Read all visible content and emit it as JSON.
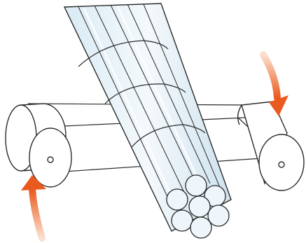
{
  "diagram": {
    "kind": "illustration",
    "components": {
      "left_roller": {
        "icon": "roller-cylinder"
      },
      "right_roller": {
        "icon": "roller-cylinder"
      },
      "belt": {
        "icon": "flat-belt"
      },
      "bundle": {
        "icon": "rod-bundle",
        "rod_count": 7
      },
      "arrows": [
        {
          "id": "left",
          "icon": "rotation-arrow",
          "direction": "up"
        },
        {
          "id": "right",
          "icon": "rotation-arrow",
          "direction": "down"
        }
      ]
    },
    "colors": {
      "outline": "#2b2b2b",
      "rod_fill": "#e8f3fa",
      "rod_shade": "#cfe3ef",
      "arrow_start": "#f7c3a3",
      "arrow_end": "#ea5a1f",
      "background": "#ffffff"
    }
  }
}
